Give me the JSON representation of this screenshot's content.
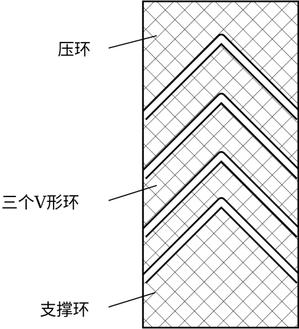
{
  "labels": {
    "pressure_ring": "压环",
    "v_rings": "三个V形环",
    "support_ring": "支撑环"
  },
  "colors": {
    "line": "#000000",
    "background": "#ffffff"
  }
}
